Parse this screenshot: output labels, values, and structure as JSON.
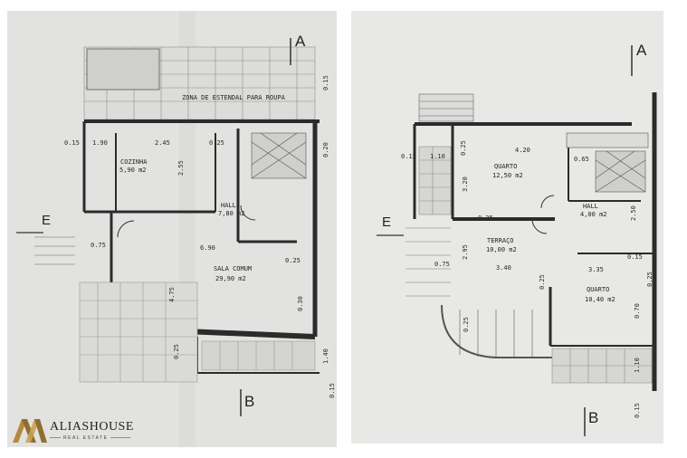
{
  "left_plan": {
    "rooms": {
      "drying_area": "ZONA DE ESTENDAL PARA ROUPA",
      "kitchen_name": "COZINHA",
      "kitchen_area": "5,90 m2",
      "hall_name": "HALL",
      "hall_area": "7,80 m2",
      "living_name": "SALA COMUM",
      "living_area": "29,90 m2"
    },
    "dimensions": {
      "d1": "0.15",
      "d2": "1.90",
      "d3": "2.45",
      "d4": "0.25",
      "d5": "0.75",
      "d6": "6.90",
      "d7": "4.75",
      "d8": "0.25",
      "d9": "0.15",
      "d10": "0.20",
      "d11": "1.40",
      "d12": "0.30",
      "d13": "0.15",
      "d14": "2.55",
      "d15": "0.25"
    },
    "section_marks": {
      "a": "A",
      "b": "B",
      "e": "E"
    }
  },
  "right_plan": {
    "rooms": {
      "bedroom1_name": "QUARTO",
      "bedroom1_area": "12,50 m2",
      "hall_name": "HALL",
      "hall_area": "4,00 m2",
      "terrace_name": "TERRAÇO",
      "terrace_area": "10,00 m2",
      "bedroom2_name": "QUARTO",
      "bedroom2_area": "10,40 m2"
    },
    "dimensions": {
      "d1": "0.15",
      "d2": "1.10",
      "d3": "0.25",
      "d4": "4.20",
      "d5": "3.20",
      "d6": "0.65",
      "d7": "0.25",
      "d8": "2.50",
      "d9": "2.95",
      "d10": "0.75",
      "d11": "3.40",
      "d12": "3.35",
      "d13": "0.15",
      "d14": "0.25",
      "d15": "0.25",
      "d16": "0.70",
      "d17": "1.10",
      "d18": "0.15",
      "d19": "0.25"
    },
    "section_marks": {
      "a": "A",
      "b": "B",
      "e": "E"
    }
  },
  "logo": {
    "name": "ALIASHOUSE",
    "tagline": "REAL ESTATE",
    "gold": "#b28a3c",
    "dark": "#2b2b2b"
  }
}
